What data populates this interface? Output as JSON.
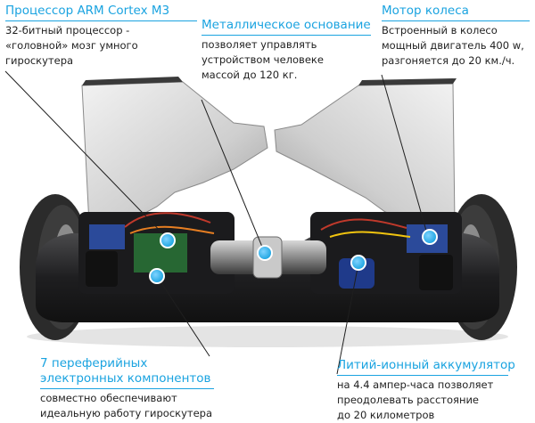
{
  "callouts": {
    "cpu": {
      "title": "Процессор ARM Cortex M3",
      "lines": [
        "32-битный процессор -",
        "«головной» мозг умного",
        "гироскутера"
      ]
    },
    "frame": {
      "title": "Металлическое основание",
      "lines": [
        "позволяет управлять",
        "устройством человеке",
        "массой до 120 кг."
      ]
    },
    "motor": {
      "title": "Мотор колеса",
      "lines": [
        "Встроенный в колесо",
        "мощный двигатель 400 w,",
        "разгоняется до 20 км./ч."
      ]
    },
    "periph": {
      "title_lines": [
        "7 переферийных",
        "электронных компонентов"
      ],
      "lines": [
        "совместно обеспечивают",
        "идеальную работу гироскутера"
      ]
    },
    "battery": {
      "title": "Литий-ионный аккумулятор",
      "lines": [
        "на 4.4 ампер-часа позволяет",
        "преодолевать расстояние",
        "до 20 километров"
      ]
    }
  },
  "colors": {
    "accent": "#1aa3e0",
    "text": "#1f1f1f",
    "frame_dark": "#2a2a2c",
    "shell_light": "#e8e8e8",
    "tire": "#2b2b2b"
  }
}
